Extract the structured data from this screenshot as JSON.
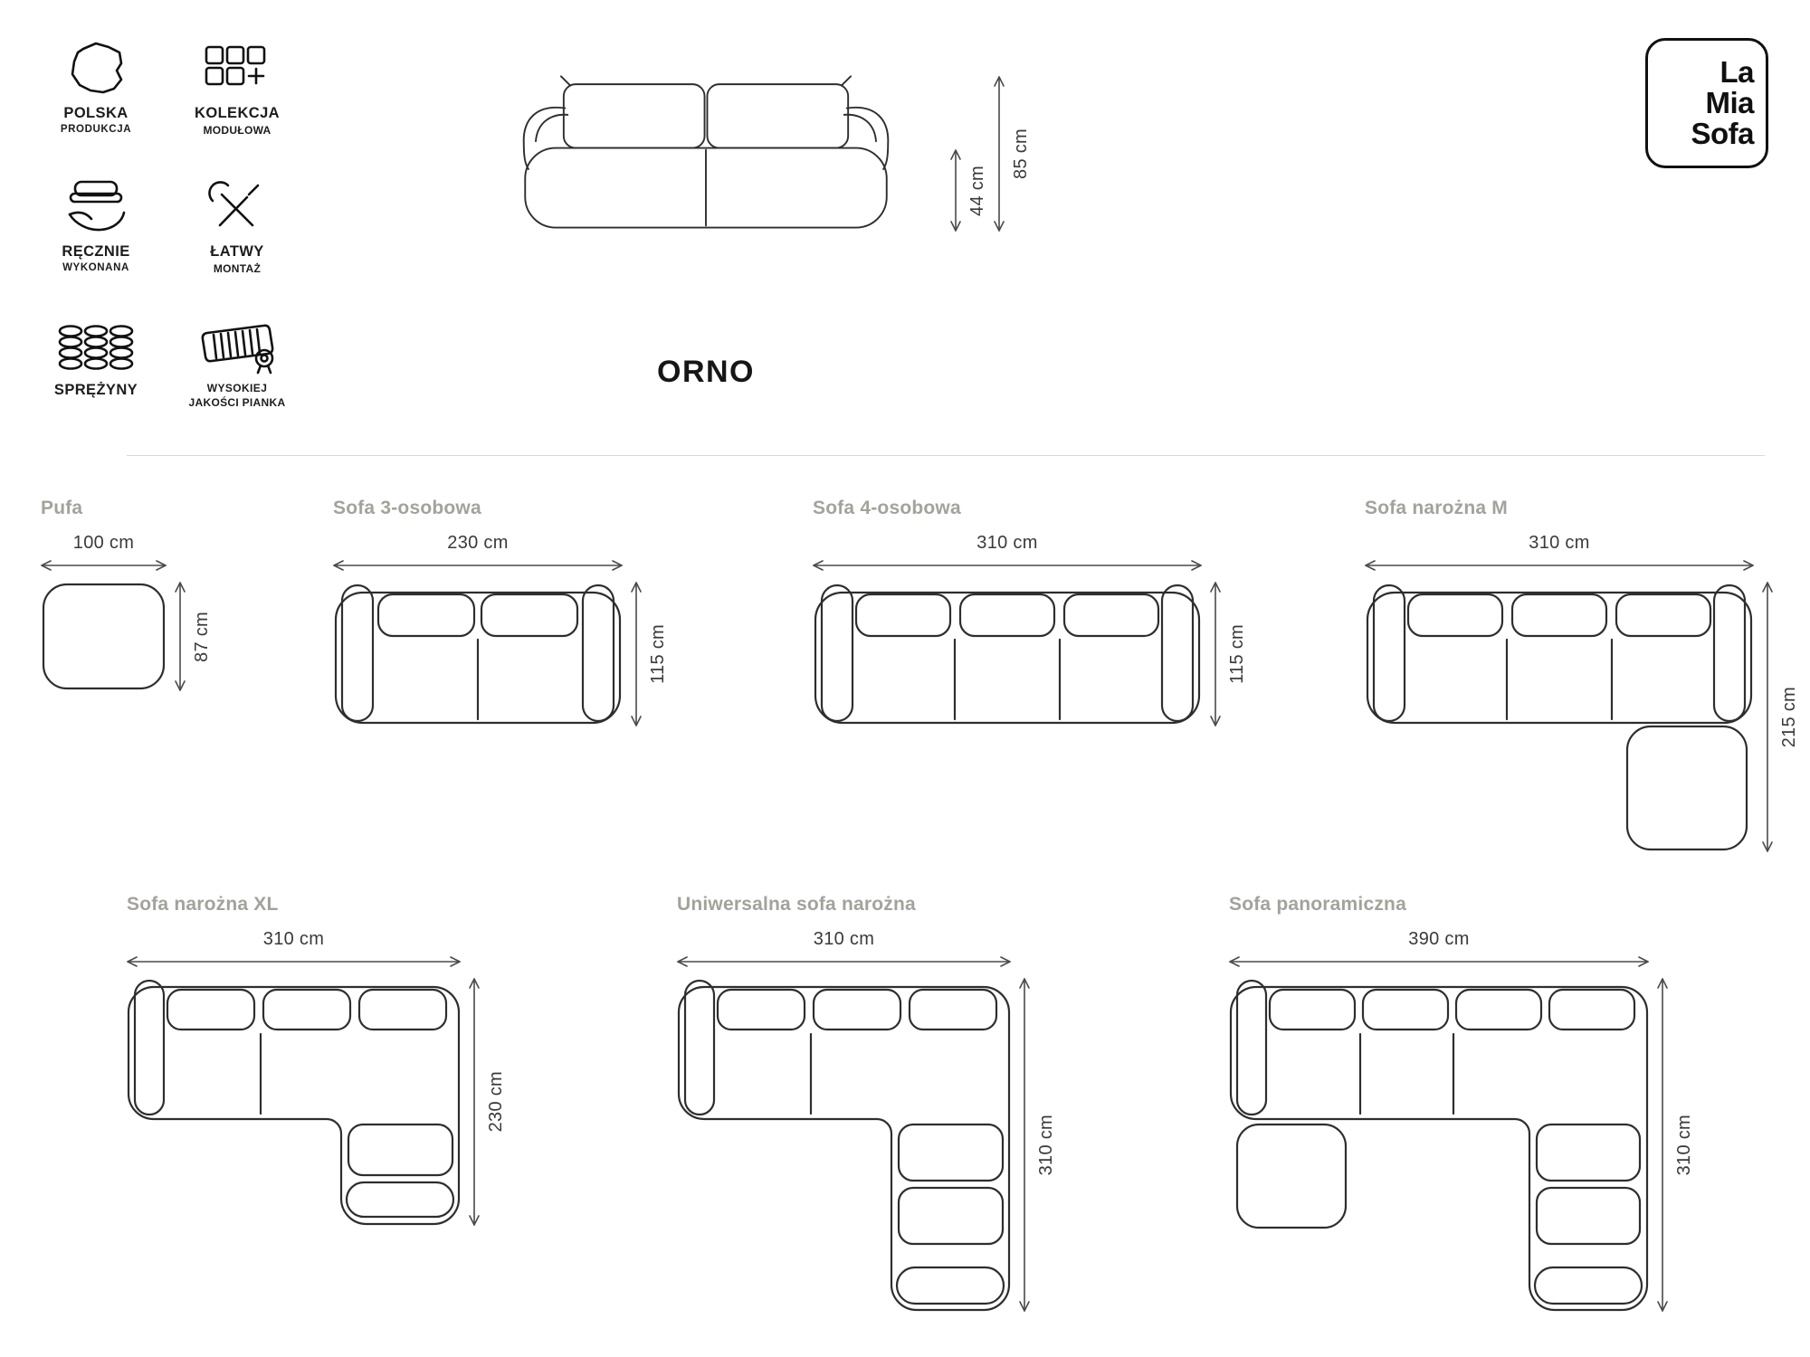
{
  "product_name": "ORNO",
  "logo": {
    "line1": "La",
    "line2": "Mia",
    "line3": "Sofa"
  },
  "features": [
    {
      "line1": "POLSKA",
      "line2": "PRODUKCJA"
    },
    {
      "line1": "KOLEKCJA",
      "line2": "MODUŁOWA"
    },
    {
      "line1": "RĘCZNIE",
      "line2": "WYKONANA"
    },
    {
      "line1": "ŁATWY",
      "line2": "MONTAŻ"
    },
    {
      "line1": "SPRĘŻYNY",
      "line2": ""
    },
    {
      "line1": "WYSOKIEJ",
      "line2": "JAKOŚCI PIANKA"
    }
  ],
  "front_view": {
    "total_height": "85 cm",
    "seat_height": "44 cm"
  },
  "variants": [
    {
      "name": "Pufa",
      "width": "100 cm",
      "depth": "87 cm"
    },
    {
      "name": "Sofa 3-osobowa",
      "width": "230 cm",
      "depth": "115 cm"
    },
    {
      "name": "Sofa 4-osobowa",
      "width": "310 cm",
      "depth": "115 cm"
    },
    {
      "name": "Sofa narożna M",
      "width": "310 cm",
      "depth": "215 cm"
    },
    {
      "name": "Sofa narożna XL",
      "width": "310 cm",
      "depth": "230 cm"
    },
    {
      "name": "Uniwersalna sofa narożna",
      "width": "310 cm",
      "depth": "310 cm"
    },
    {
      "name": "Sofa panoramiczna",
      "width": "390 cm",
      "depth": "310 cm"
    }
  ],
  "colors": {
    "line": "#2e2e2e",
    "muted_title": "#a3a29b",
    "dimension": "#3a3a3a"
  }
}
